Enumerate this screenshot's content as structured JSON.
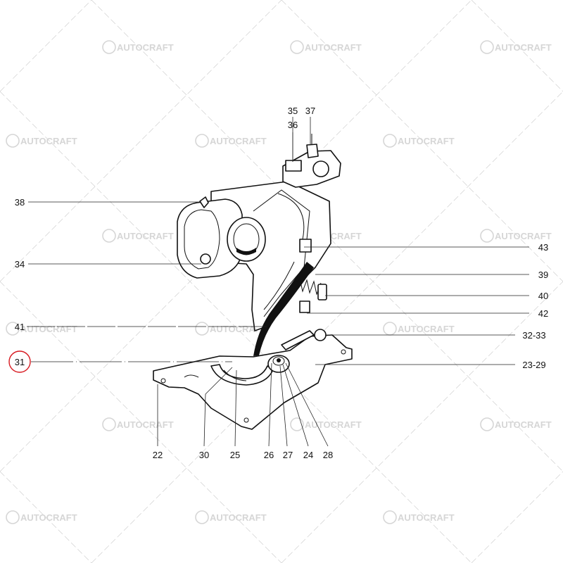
{
  "watermark": {
    "text": "AUTOCRAFT"
  },
  "highlight_color": "#d71920",
  "callouts": [
    {
      "id": "35",
      "text": "35"
    },
    {
      "id": "37",
      "text": "37"
    },
    {
      "id": "36",
      "text": "36"
    },
    {
      "id": "38",
      "text": "38"
    },
    {
      "id": "34",
      "text": "34"
    },
    {
      "id": "43",
      "text": "43"
    },
    {
      "id": "39",
      "text": "39"
    },
    {
      "id": "40",
      "text": "40"
    },
    {
      "id": "42",
      "text": "42"
    },
    {
      "id": "41",
      "text": "41"
    },
    {
      "id": "32-33",
      "text": "32-33"
    },
    {
      "id": "31",
      "text": "31",
      "highlighted": true
    },
    {
      "id": "23-29",
      "text": "23-29"
    },
    {
      "id": "22",
      "text": "22"
    },
    {
      "id": "30",
      "text": "30"
    },
    {
      "id": "25",
      "text": "25"
    },
    {
      "id": "26",
      "text": "26"
    },
    {
      "id": "27",
      "text": "27"
    },
    {
      "id": "24",
      "text": "24"
    },
    {
      "id": "28",
      "text": "28"
    }
  ]
}
